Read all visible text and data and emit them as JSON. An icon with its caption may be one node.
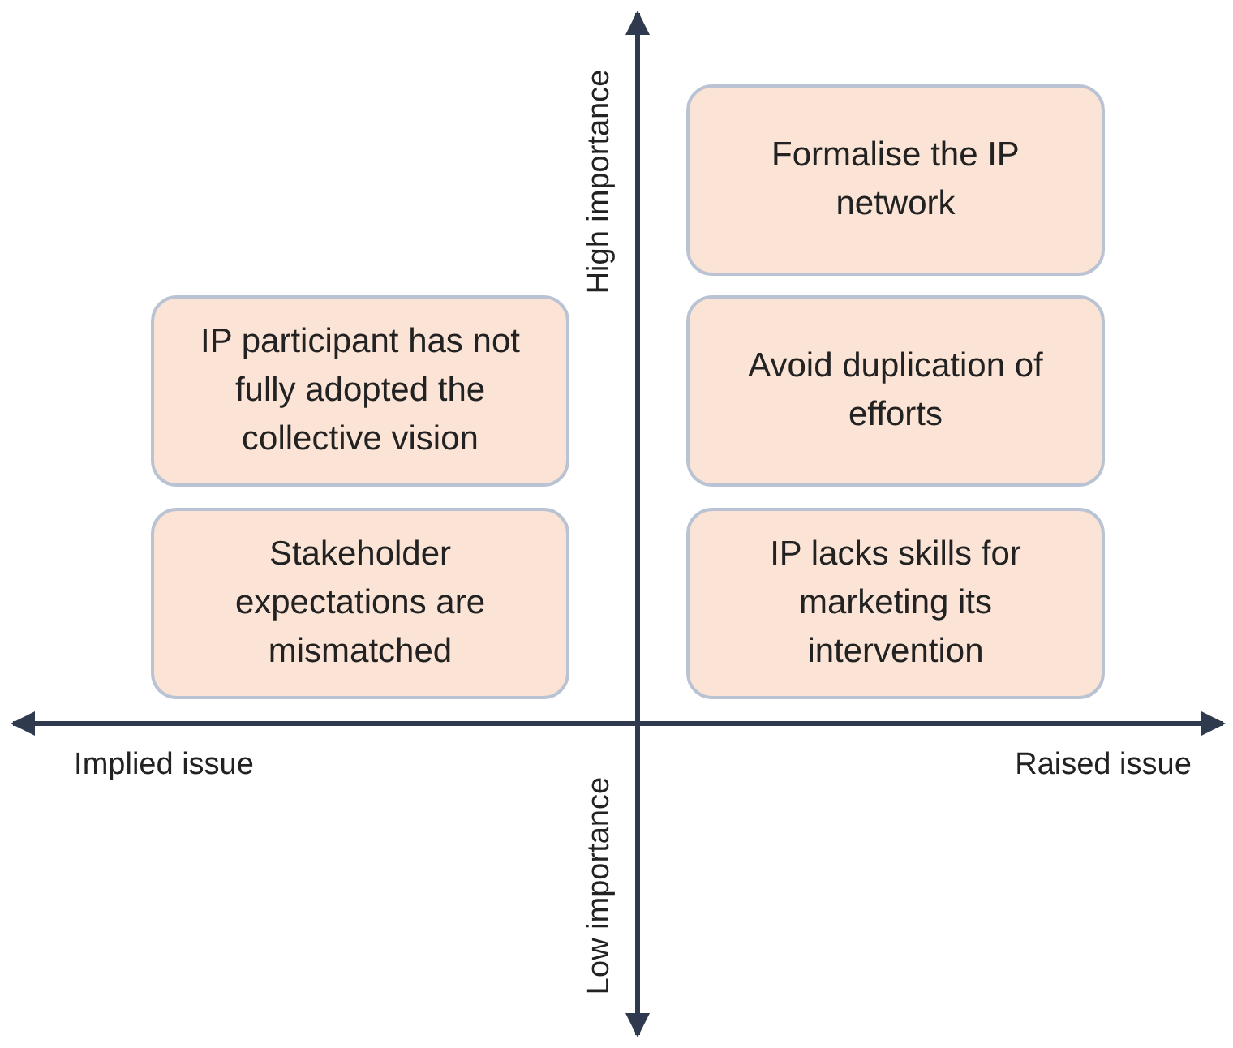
{
  "diagram": {
    "nodes": [
      {
        "text": [
          "Formalise the IP network"
        ]
      },
      {
        "text": [
          "IP participant has not fully adopted the collective vision"
        ]
      },
      {
        "text": [
          "Avoid duplication of efforts"
        ]
      },
      {
        "text": [
          "Stakeholder expectations are mismatched"
        ]
      },
      {
        "text": [
          "IP lacks skills for marketing its intervention"
        ]
      }
    ],
    "edges": [],
    "labels": [
      "High importance",
      "Implied issue",
      "Raised issue",
      "Low importance"
    ]
  }
}
